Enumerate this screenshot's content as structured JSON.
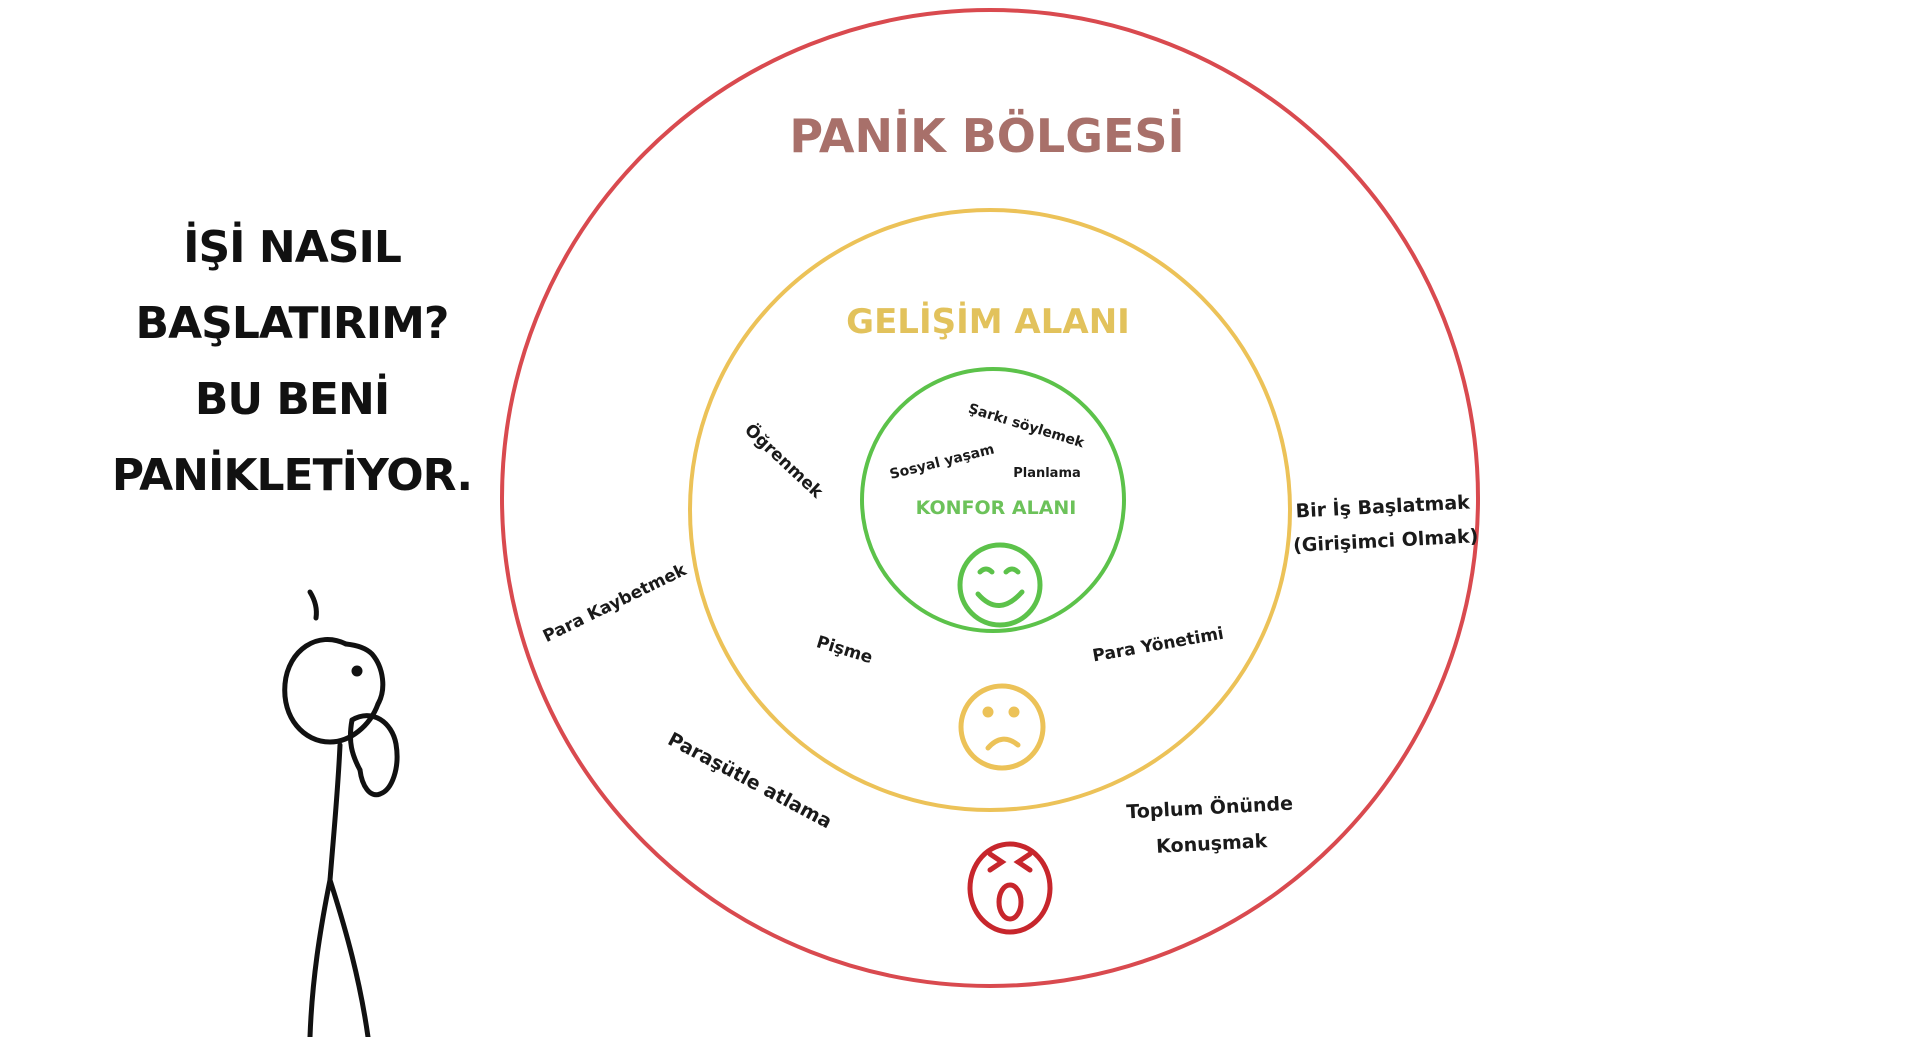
{
  "quote": {
    "lines": [
      "İŞİ NASIL",
      "BAŞLATIRIM?",
      "BU BENİ",
      "PANİKLETİYOR."
    ]
  },
  "zones": {
    "panic": {
      "title": "PANİK BÖLGESİ",
      "color": "#d94a4f",
      "title_color": "#a8706a"
    },
    "growth": {
      "title": "GELİŞİM ALANI",
      "color": "#ecc258",
      "title_color": "#e2c25c"
    },
    "comfort": {
      "title": "KONFOR ALANI",
      "color": "#5cc24a",
      "title_color": "#6cc25a"
    }
  },
  "comfort_items": {
    "sarki": "Şarkı söylemek",
    "sosyal": "Sosyal yaşam",
    "planlama": "Planlama"
  },
  "growth_items": {
    "ogrenmek": "Öğrenmek",
    "pisme": "Pişme",
    "para_yonetimi": "Para Yönetimi"
  },
  "panic_items": {
    "is_baslatmak_1": "Bir İş Başlatmak",
    "is_baslatmak_2": "(Girişimci Olmak)",
    "para_kaybetmek": "Para Kaybetmek",
    "parasut": "Paraşütle atlama",
    "toplum_1": "Toplum Önünde",
    "toplum_2": "Konuşmak"
  },
  "faces": {
    "comfort": "happy-face-icon",
    "growth": "worried-face-icon",
    "panic": "screaming-face-icon"
  }
}
